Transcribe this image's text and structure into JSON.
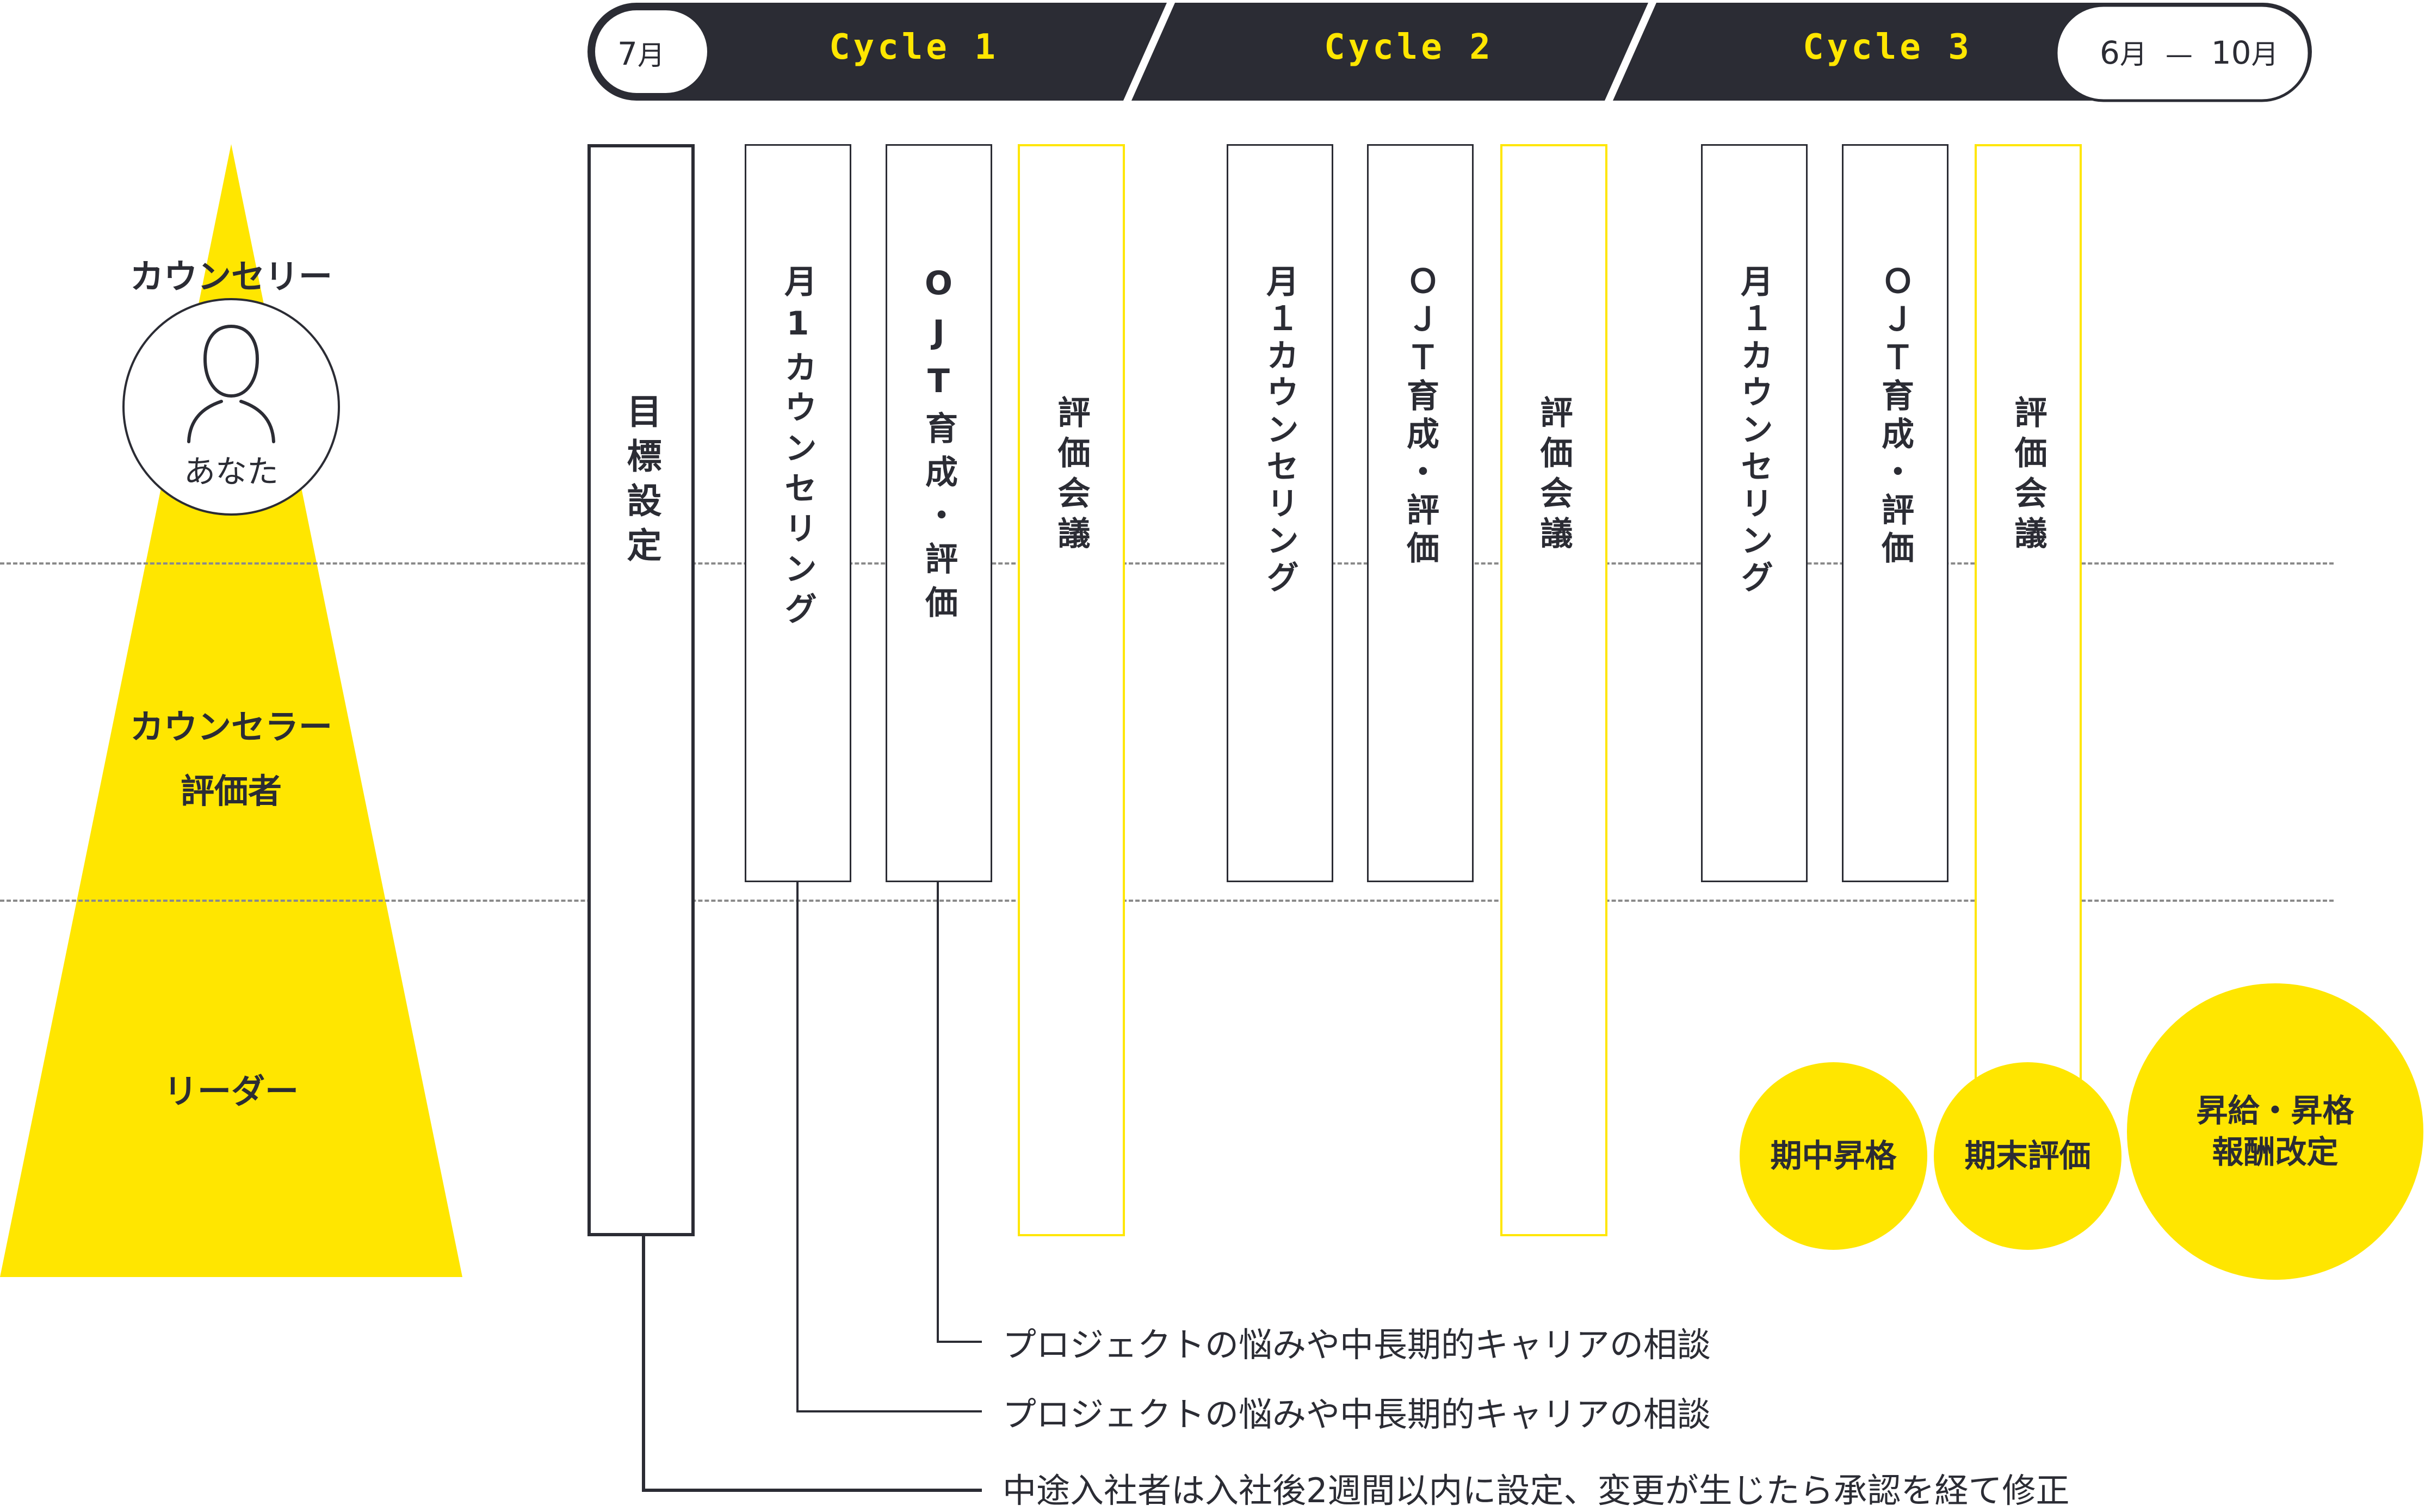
{
  "colors": {
    "yellow": "#ffe600",
    "dark": "#2b2c34",
    "dash": "#8a8a8a"
  },
  "icons": {
    "avatar": "person-icon"
  },
  "roles": {
    "counselee": "カウンセリー",
    "you": "あなた",
    "counselor_line1": "カウンセラー",
    "counselor_line2": "評価者",
    "leader": "リーダー"
  },
  "timeline": {
    "start_month": "7",
    "month_unit": "月",
    "cycles": [
      "Cycle 1",
      "Cycle 2",
      "Cycle 3"
    ],
    "end_range_from": "6",
    "end_range_dash": "—",
    "end_range_to": "10"
  },
  "columns": {
    "goal_setting": "目標設定",
    "cycle1": {
      "counseling": "月1カウンセリング",
      "ojt": "OJT育成・評価",
      "meeting": "評価会議"
    },
    "cycle2": {
      "counseling": "月１カウンセリング",
      "ojt": "ＯＪＴ育成・評価",
      "meeting": "評価会議"
    },
    "cycle3": {
      "counseling": "月１カウンセリング",
      "ojt": "ＯＪＴ育成・評価",
      "meeting": "評価会議"
    }
  },
  "circles": {
    "mid_promotion": "期中昇格",
    "final_evaluation": "期末評価",
    "raise_line1": "昇給・昇格",
    "raise_line2": "報酬改定"
  },
  "notes": {
    "ojt_note": "プロジェクトの悩みや中長期的キャリアの相談",
    "counseling_note": "プロジェクトの悩みや中長期的キャリアの相談",
    "goal_note": "中途入社者は入社後2週間以内に設定、変更が生じたら承認を経て修正"
  }
}
